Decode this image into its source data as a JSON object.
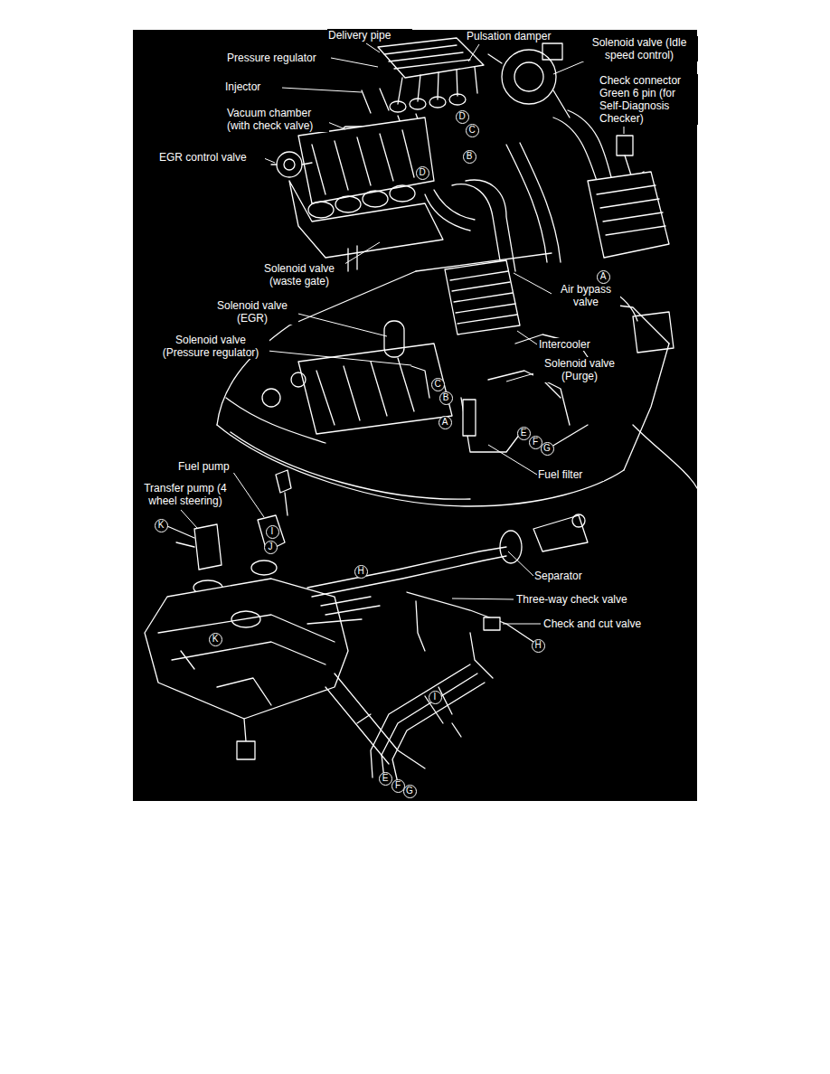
{
  "diagram": {
    "nodes": [
      {
        "text": [
          "D"
        ]
      },
      {
        "text": [
          "C"
        ]
      },
      {
        "text": [
          "B"
        ]
      },
      {
        "text": [
          "D"
        ]
      },
      {
        "text": [
          "A"
        ]
      },
      {
        "text": [
          "C"
        ]
      },
      {
        "text": [
          "B"
        ]
      },
      {
        "text": [
          "A"
        ]
      },
      {
        "text": [
          "E"
        ]
      },
      {
        "text": [
          "F"
        ]
      },
      {
        "text": [
          "G"
        ]
      },
      {
        "text": [
          "K"
        ]
      },
      {
        "text": [
          "I"
        ]
      },
      {
        "text": [
          "J"
        ]
      },
      {
        "text": [
          "H"
        ]
      },
      {
        "text": [
          "K"
        ]
      },
      {
        "text": [
          "H"
        ]
      },
      {
        "text": [
          "I"
        ]
      },
      {
        "text": [
          "E"
        ]
      },
      {
        "text": [
          "F"
        ]
      },
      {
        "text": [
          "G"
        ]
      }
    ],
    "labels": [
      "Delivery pipe",
      "Pulsation damper",
      "Solenoid valve (Idle speed control)",
      "Check connector Green 6 pin (for Self-Diagnosis Checker)",
      "Pressure regulator",
      "Injector",
      "Vacuum chamber (with check valve)",
      "EGR control valve",
      "Solenoid valve (waste gate)",
      "Air bypass valve",
      "Solenoid valve (EGR)",
      "Intercooler",
      "Solenoid valve (Pressure regulator)",
      "Solenoid valve (Purge)",
      "Fuel filter",
      "Fuel pump",
      "Transfer pump (4 wheel steering)",
      "Separator",
      "Three-way check valve",
      "Check and cut valve"
    ]
  }
}
